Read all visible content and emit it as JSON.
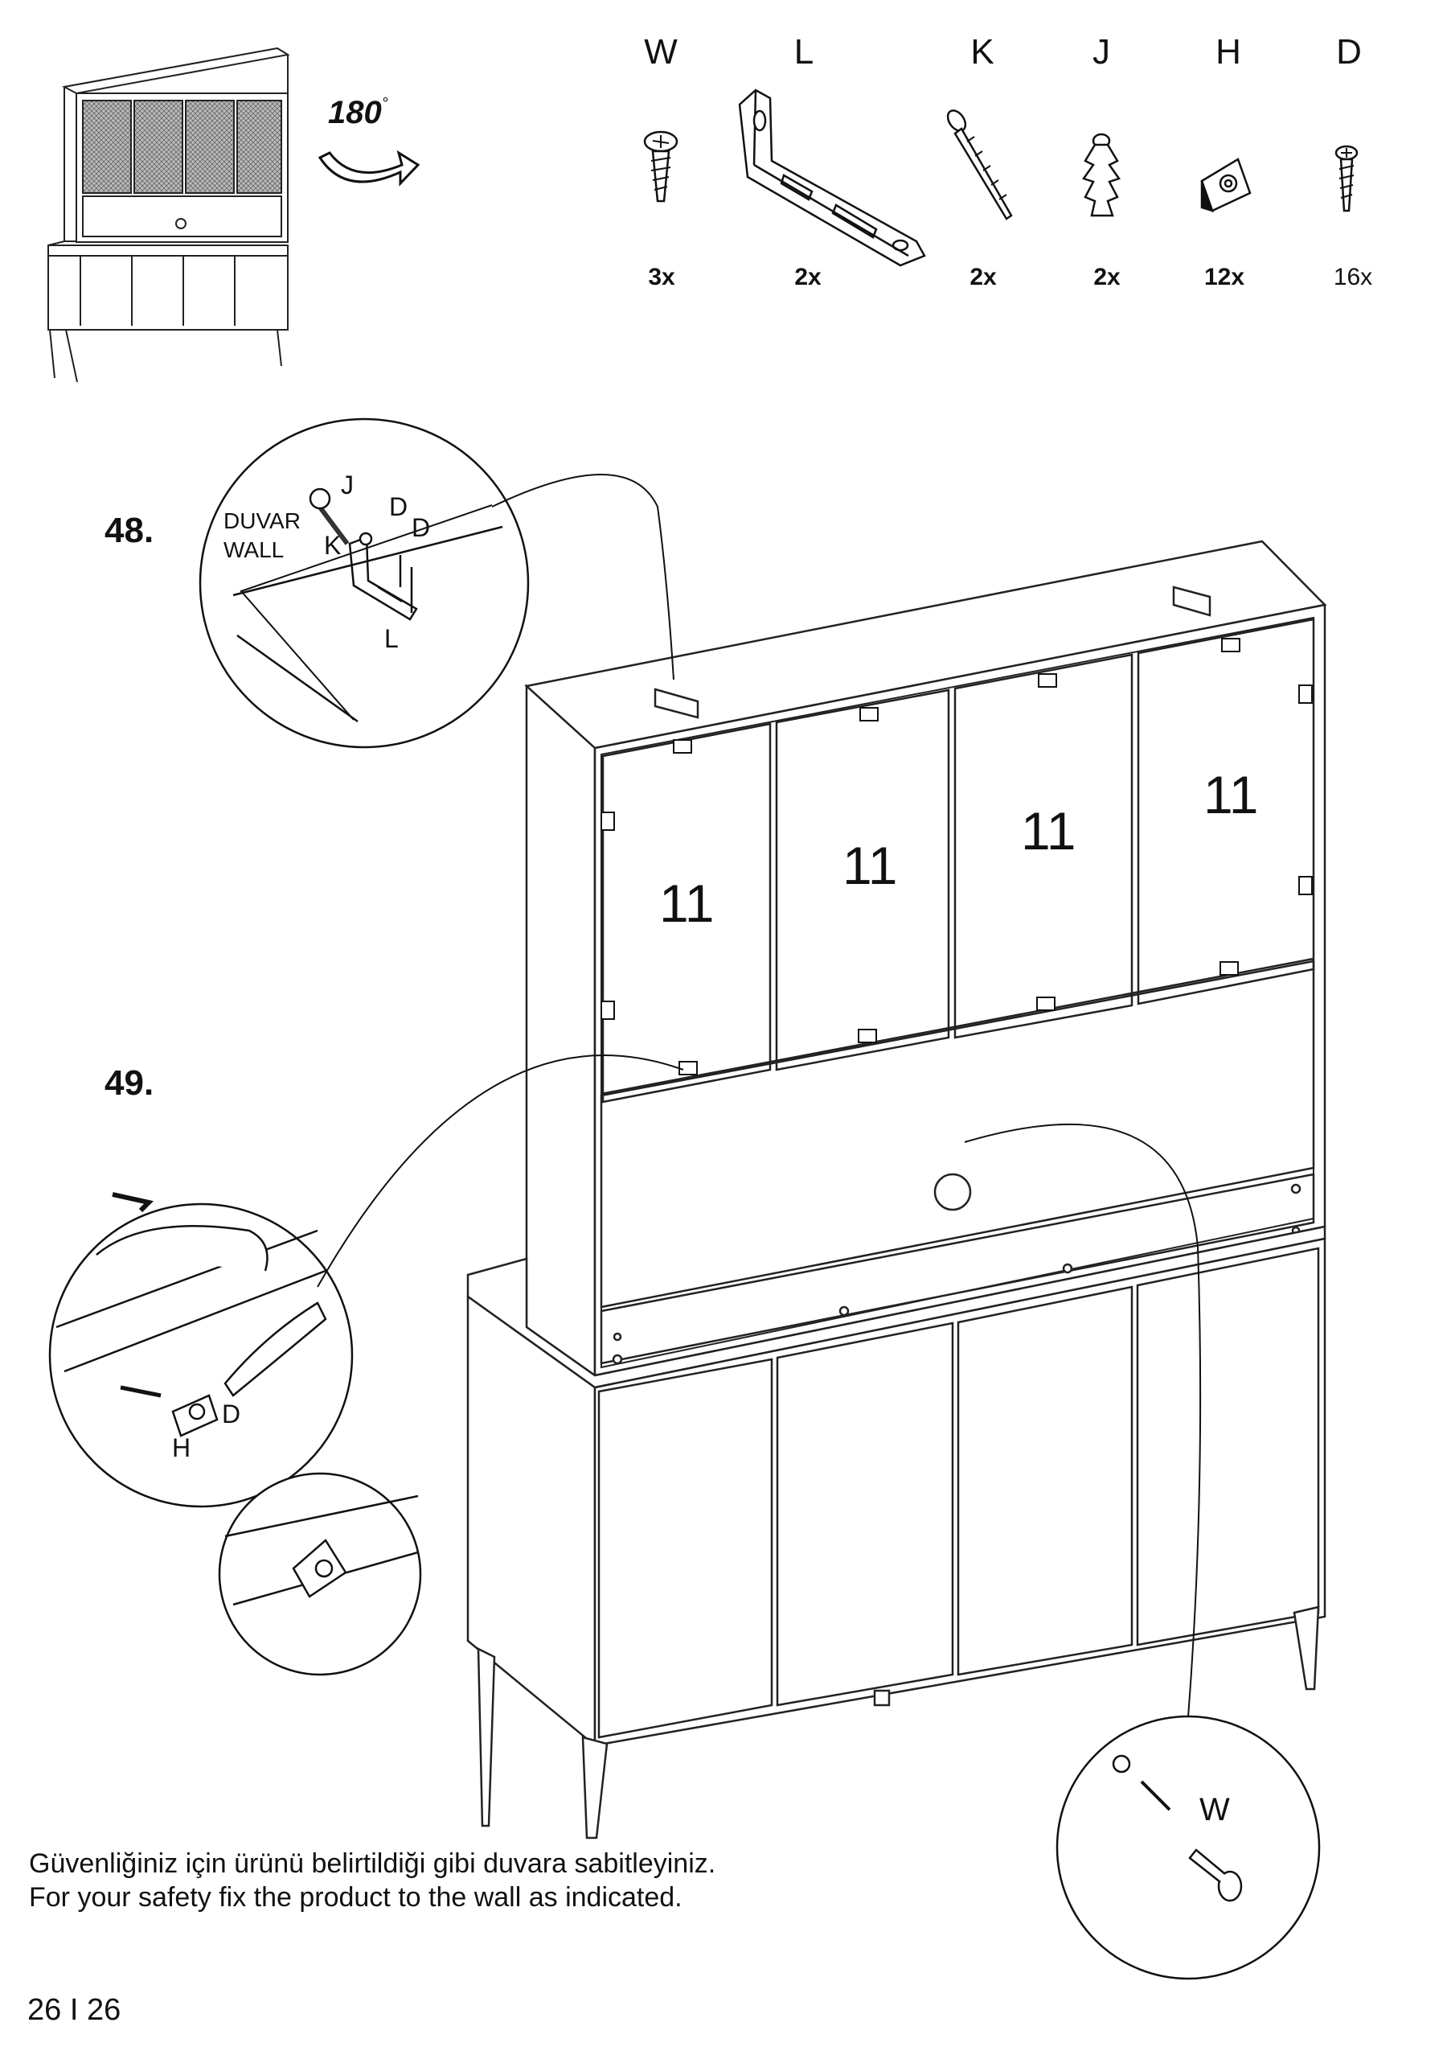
{
  "rotation": {
    "label": "180",
    "unit": "°"
  },
  "parts": [
    {
      "letter": "W",
      "qty": "3x",
      "icon": "screw-w-icon"
    },
    {
      "letter": "L",
      "qty": "2x",
      "icon": "bracket-l-icon"
    },
    {
      "letter": "K",
      "qty": "2x",
      "icon": "long-screw-k-icon"
    },
    {
      "letter": "J",
      "qty": "2x",
      "icon": "wall-plug-j-icon"
    },
    {
      "letter": "H",
      "qty": "12x",
      "icon": "corner-block-h-icon"
    },
    {
      "letter": "D",
      "qty": "16x",
      "icon": "screw-d-icon"
    }
  ],
  "steps": {
    "step48": "48.",
    "step49": "49."
  },
  "callout48": {
    "wall_tr": "DUVAR",
    "wall_en": "WALL",
    "j": "J",
    "k": "K",
    "d1": "D",
    "d2": "D",
    "l": "L"
  },
  "callout49": {
    "d": "D",
    "h": "H"
  },
  "calloutW": {
    "w": "W"
  },
  "panels": [
    "11",
    "11",
    "11",
    "11"
  ],
  "footer": {
    "tr": "Güvenliğiniz için ürünü belirtildiği gibi duvara sabitleyiniz.",
    "en": "For your safety fix the product to the wall as indicated."
  },
  "page": "26 I 26"
}
